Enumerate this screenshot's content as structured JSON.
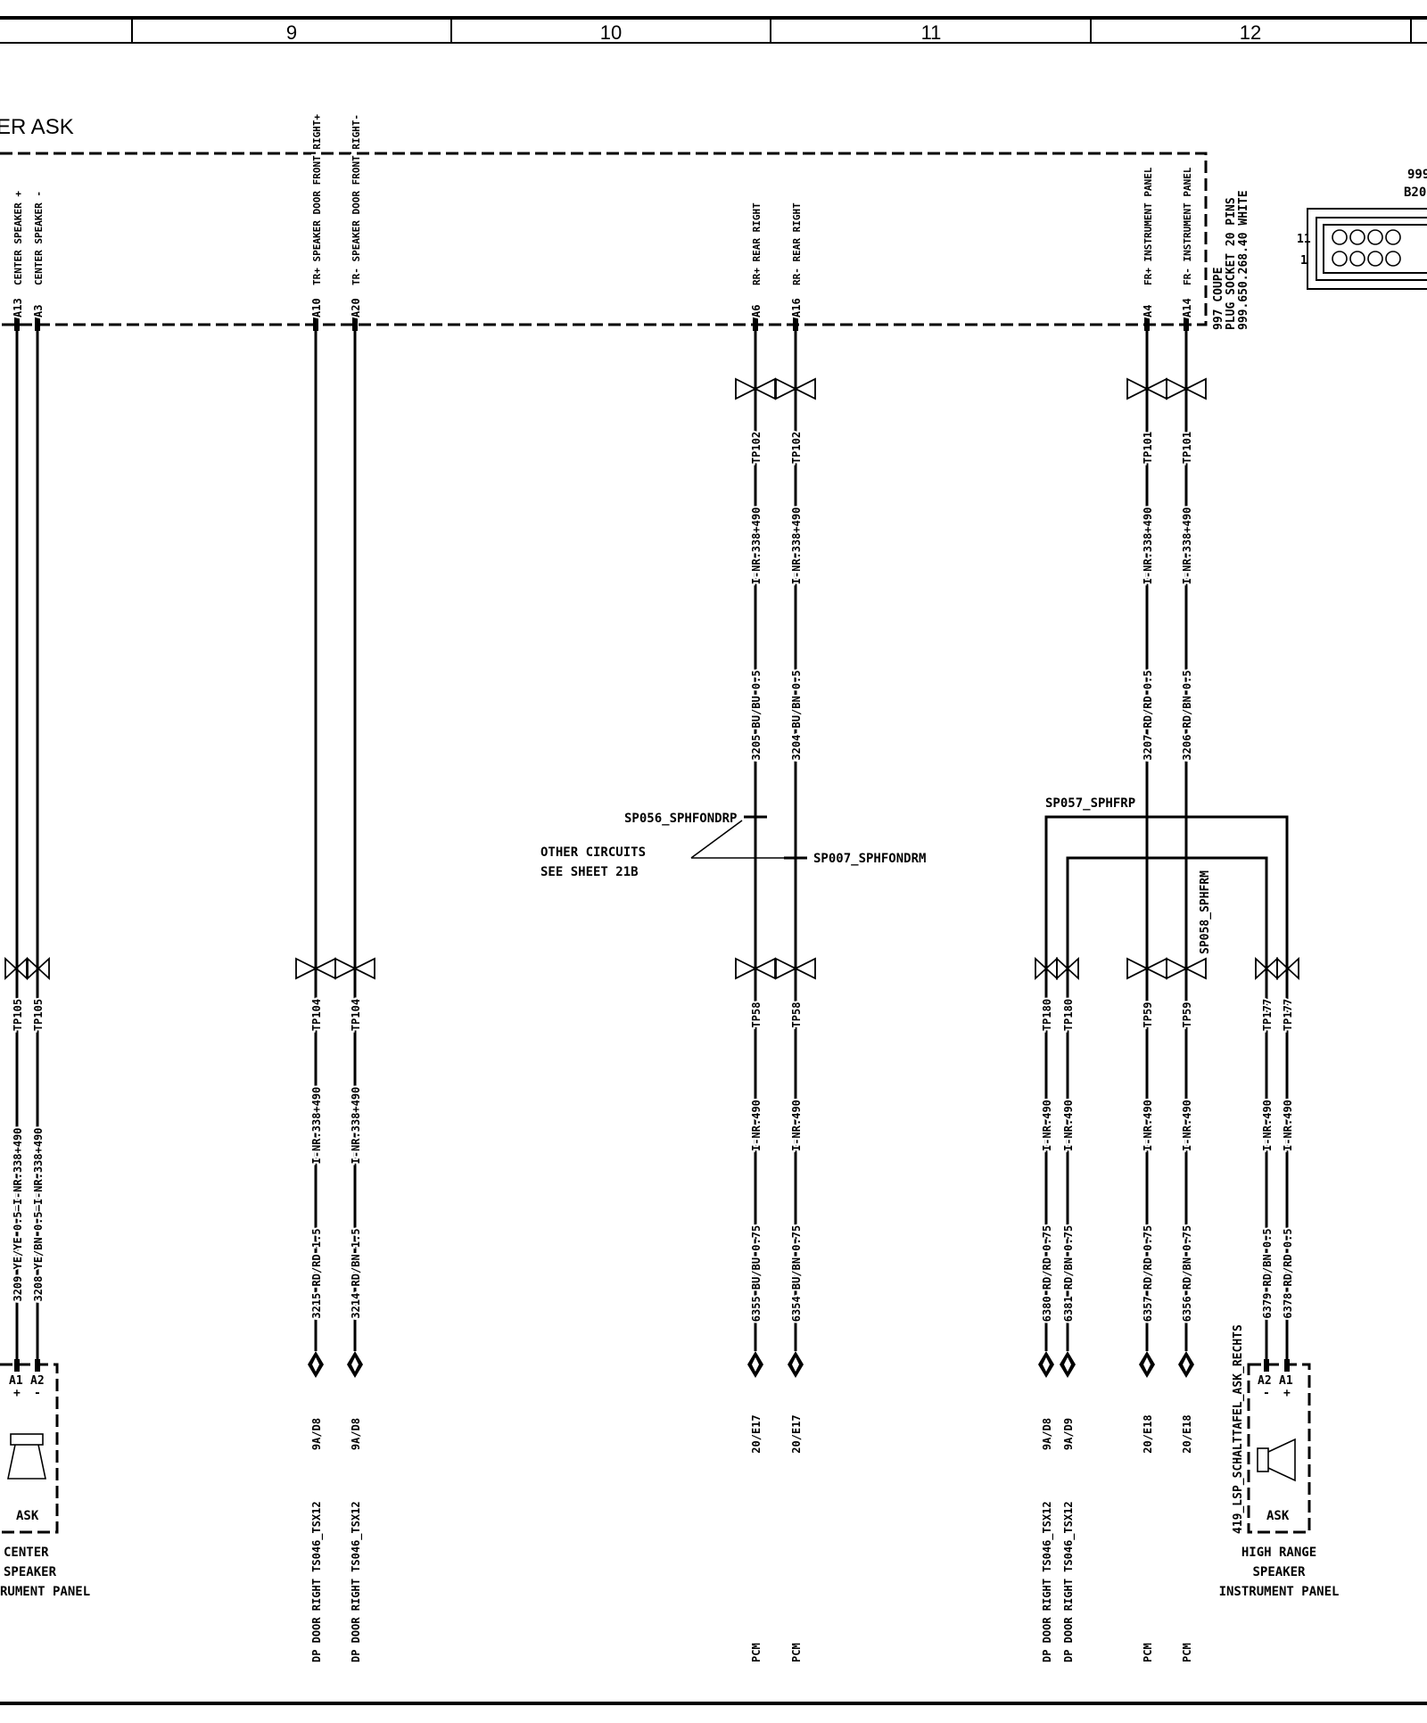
{
  "frame": {
    "columns": [
      "9",
      "10",
      "11",
      "12"
    ]
  },
  "unit": {
    "label": "ER ASK"
  },
  "connector": {
    "label": "997 COUPE PLUG SOCKET 20 PINS 999.650.268.40 WHITE",
    "label_lines": [
      "997 COUPE",
      "PLUG SOCKET 20 PINS",
      "999.650.268.40 WHITE"
    ],
    "partial_id_1": "999",
    "partial_id_2": "B20",
    "pin_11": "11",
    "pin_1": "1"
  },
  "wires": [
    {
      "pin": "A13",
      "signal": "CENTER SPEAKER +",
      "test_point_top": "",
      "top_wire": "",
      "top_note": "",
      "test_point_bottom": "TP105",
      "bottom_note": "3209 YE/YE 0.5—I-NR.338+490",
      "terminal": "A1 +",
      "destination": ""
    },
    {
      "pin": "A3",
      "signal": "CENTER SPEAKER -",
      "test_point_top": "",
      "top_wire": "",
      "top_note": "",
      "test_point_bottom": "TP105",
      "bottom_note": "3208 YE/BN 0.5—I-NR.338+490",
      "terminal": "A2 -",
      "destination": ""
    },
    {
      "pin": "A10",
      "signal": "TR+ SPEAKER DOOR FRONT RIGHT+",
      "test_point_top": "",
      "top_wire": "",
      "top_note": "",
      "test_point_bottom": "TP104",
      "wire": "3215 RD/RD 1.5",
      "inr": "I-NR.338+490",
      "plug": "9A/D8",
      "destination": "DP DOOR RIGHT TS046_TSX12"
    },
    {
      "pin": "A20",
      "signal": "TR- SPEAKER DOOR FRONT RIGHT-",
      "test_point_top": "",
      "top_wire": "",
      "top_note": "",
      "test_point_bottom": "TP104",
      "wire": "3214 RD/BN 1.5",
      "inr": "I-NR.338+490",
      "plug": "9A/D8",
      "destination": "DP DOOR RIGHT TS046_TSX12"
    },
    {
      "pin": "A6",
      "signal": "RR+ REAR RIGHT",
      "test_point_top": "TP102",
      "top_wire": "3205 BU/BU 0.5",
      "top_note": "I-NR.338+490",
      "test_point_bottom": "TP58",
      "wire": "6355 BU/BU 0.75",
      "inr": "I-NR.490",
      "plug": "20/E17",
      "destination": "PCM"
    },
    {
      "pin": "A16",
      "signal": "RR- REAR RIGHT",
      "test_point_top": "TP102",
      "top_wire": "3204 BU/BN 0.5",
      "top_note": "I-NR.338+490",
      "test_point_bottom": "TP58",
      "wire": "6354 BU/BN 0.75",
      "inr": "I-NR.490",
      "plug": "20/E17",
      "destination": "PCM"
    },
    {
      "pin": "",
      "signal": "",
      "test_point_top": "",
      "top_wire": "",
      "top_note": "",
      "test_point_bottom": "TP180",
      "wire": "6380 RD/RD 0.75",
      "inr": "I-NR.490",
      "plug": "9A/D8",
      "destination": "DP DOOR RIGHT TS046_TSX12"
    },
    {
      "pin": "",
      "signal": "",
      "test_point_top": "",
      "top_wire": "",
      "top_note": "",
      "test_point_bottom": "TP180",
      "wire": "6381 RD/BN 0.75",
      "inr": "I-NR.490",
      "plug": "9A/D9",
      "destination": "DP DOOR RIGHT TS046_TSX12"
    },
    {
      "pin": "A4",
      "signal": "FR+ INSTRUMENT PANEL",
      "test_point_top": "TP101",
      "top_wire": "3207 RD/RD 0.5",
      "top_note": "I-NR.338+490",
      "test_point_bottom": "TP59",
      "wire": "6357 RD/RD 0.75",
      "inr": "I-NR.490",
      "plug": "20/E18",
      "destination": "PCM"
    },
    {
      "pin": "A14",
      "signal": "FR- INSTRUMENT PANEL",
      "test_point_top": "TP101",
      "top_wire": "3206 RD/BN 0.5",
      "top_note": "I-NR.338+490",
      "test_point_bottom": "TP59",
      "wire": "6356 RD/BN 0.75",
      "inr": "I-NR.490",
      "plug": "20/E18",
      "destination": "PCM"
    },
    {
      "pin": "",
      "signal": "",
      "test_point_top": "",
      "top_wire": "",
      "top_note": "",
      "test_point_bottom": "TP177",
      "wire": "6379 RD/BN 0.5",
      "inr": "I-NR.490",
      "terminal": "A2 -",
      "destination": ""
    },
    {
      "pin": "",
      "signal": "",
      "test_point_top": "",
      "top_wire": "",
      "top_note": "",
      "test_point_bottom": "TP177",
      "wire": "6378 RD/RD 0.5",
      "inr": "I-NR.490",
      "terminal": "A1 +",
      "destination": ""
    }
  ],
  "splices": {
    "sp056": "SP056_SPHFONDRP",
    "sp007": "SP007_SPHFONDRM",
    "sp057": "SP057_SPHFRP",
    "sp058": "SP058_SPHFRM",
    "note_1": "OTHER CIRCUITS",
    "note_2": "SEE SHEET 21B"
  },
  "components": {
    "center_speaker": {
      "box_label": "ASK",
      "pins": [
        "A1",
        "A2"
      ],
      "signs": [
        "+",
        "-"
      ],
      "caption": [
        "CENTER",
        "SPEAKER",
        "RUMENT PANEL"
      ]
    },
    "high_range_speaker": {
      "box_label": "ASK",
      "id": "419_LSP_SCHALTTAFEL_ASK_RECHTS",
      "pins": [
        "A2",
        "A1"
      ],
      "signs": [
        "-",
        "+"
      ],
      "caption": [
        "HIGH RANGE",
        "SPEAKER",
        "INSTRUMENT PANEL"
      ]
    }
  }
}
